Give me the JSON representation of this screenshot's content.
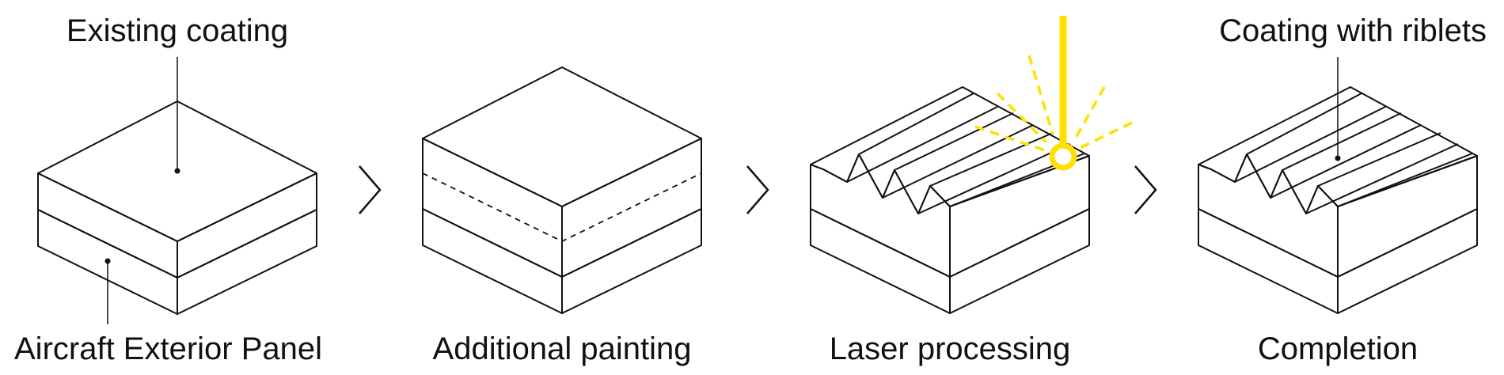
{
  "colors": {
    "coating": "#b3b3b3",
    "panel": "#ffffff",
    "outline": "#111111",
    "laser": "#ffe000"
  },
  "labels": {
    "existing_coating": "Existing coating",
    "aircraft_panel": "Aircraft Exterior Panel",
    "additional_painting": "Additional painting",
    "laser_processing": "Laser processing",
    "coating_with_riblets": "Coating with riblets",
    "completion": "Completion"
  },
  "icons": {
    "step_separator": "chevron-right-icon",
    "laser": "laser-beam-icon"
  }
}
